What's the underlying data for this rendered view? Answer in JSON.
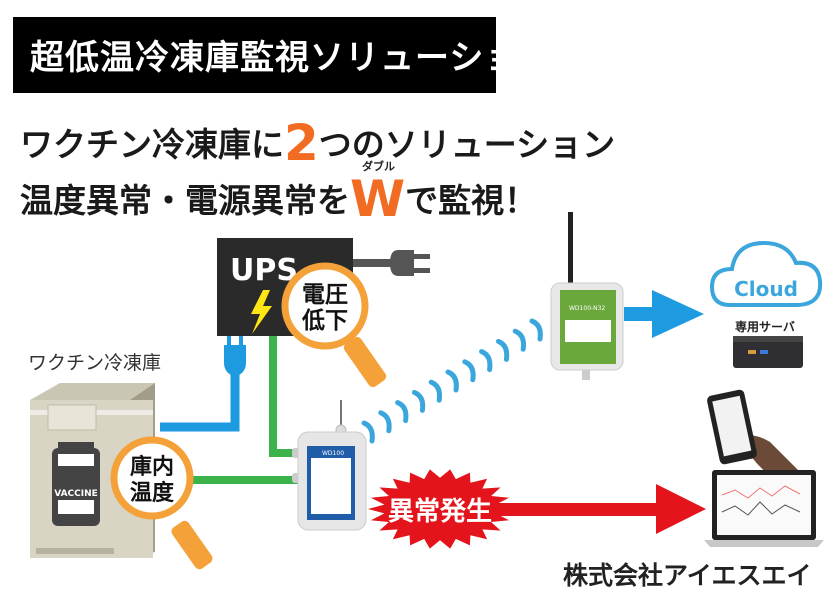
{
  "title": "超低温冷凍庫監視ソリューション",
  "headline": {
    "line1_prefix": "ワクチン冷凍庫に",
    "line1_number": "2",
    "line1_suffix": "つのソリューション",
    "line2_prefix": "温度異常・電源異常を",
    "line2_letter": "W",
    "line2_ruby": "ダブル",
    "line2_suffix": "で監視！"
  },
  "diagram": {
    "freezer_label": "ワクチン冷凍庫",
    "vaccine_label": "VACCINE",
    "ups_label": "UPS",
    "ups_magnifier": [
      "電圧",
      "低下"
    ],
    "freezer_magnifier": [
      "庫内",
      "温度"
    ],
    "logger_model": "WD100",
    "gateway_model": "WD100-N32",
    "alert_label": "異常発生",
    "cloud_label": "Cloud",
    "server_label": "専用サーバ",
    "company": "株式会社アイエスエイ"
  },
  "colors": {
    "accent_orange": "#f26b22",
    "magnifier_orange": "#f5a13a",
    "power_blue": "#1e9be0",
    "sensor_green": "#3bb34a",
    "alert_red": "#e3141b",
    "cloud_blue": "#3aa6dc",
    "gateway_green": "#6aa83c",
    "logger_blue": "#1f5da8"
  }
}
